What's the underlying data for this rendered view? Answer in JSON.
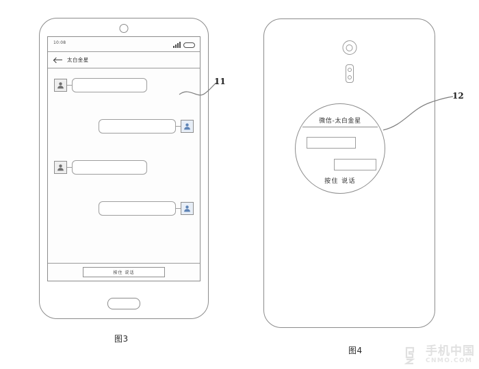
{
  "page": {
    "background": "#ffffff",
    "line_color": "#8b8b8b"
  },
  "figure3": {
    "caption": "图3",
    "reference_numeral": "11",
    "device_type": "smartphone-front-view",
    "front_camera": "front-camera-icon",
    "status_bar": {
      "time": "10:08",
      "signal_icon": "signal-bars-icon",
      "battery_icon": "battery-icon"
    },
    "nav_bar": {
      "back_icon": "back-arrow-icon",
      "title": "太白金星"
    },
    "messages": [
      {
        "side": "left",
        "avatar": "contact-avatar-icon",
        "text": ""
      },
      {
        "side": "right",
        "avatar": "user-avatar-icon",
        "text": ""
      },
      {
        "side": "left",
        "avatar": "contact-avatar-icon",
        "text": ""
      },
      {
        "side": "right",
        "avatar": "user-avatar-icon",
        "text": ""
      }
    ],
    "input_bar": {
      "talk_button_label": "按住 说话"
    },
    "home_button": "home-button"
  },
  "figure4": {
    "caption": "图4",
    "reference_numeral": "12",
    "device_type": "smartphone-back-view",
    "rear_camera": "rear-camera-icon",
    "flash_module": "dual-led-flash-icon",
    "magnified_view": {
      "title": "微信-太白金星",
      "bubbles": [
        "",
        ""
      ],
      "footer_label": "按住 说话"
    }
  },
  "watermark": {
    "logo": "cnmo-logo-icon",
    "chinese": "手机中国",
    "english": "CNMO.COM"
  }
}
